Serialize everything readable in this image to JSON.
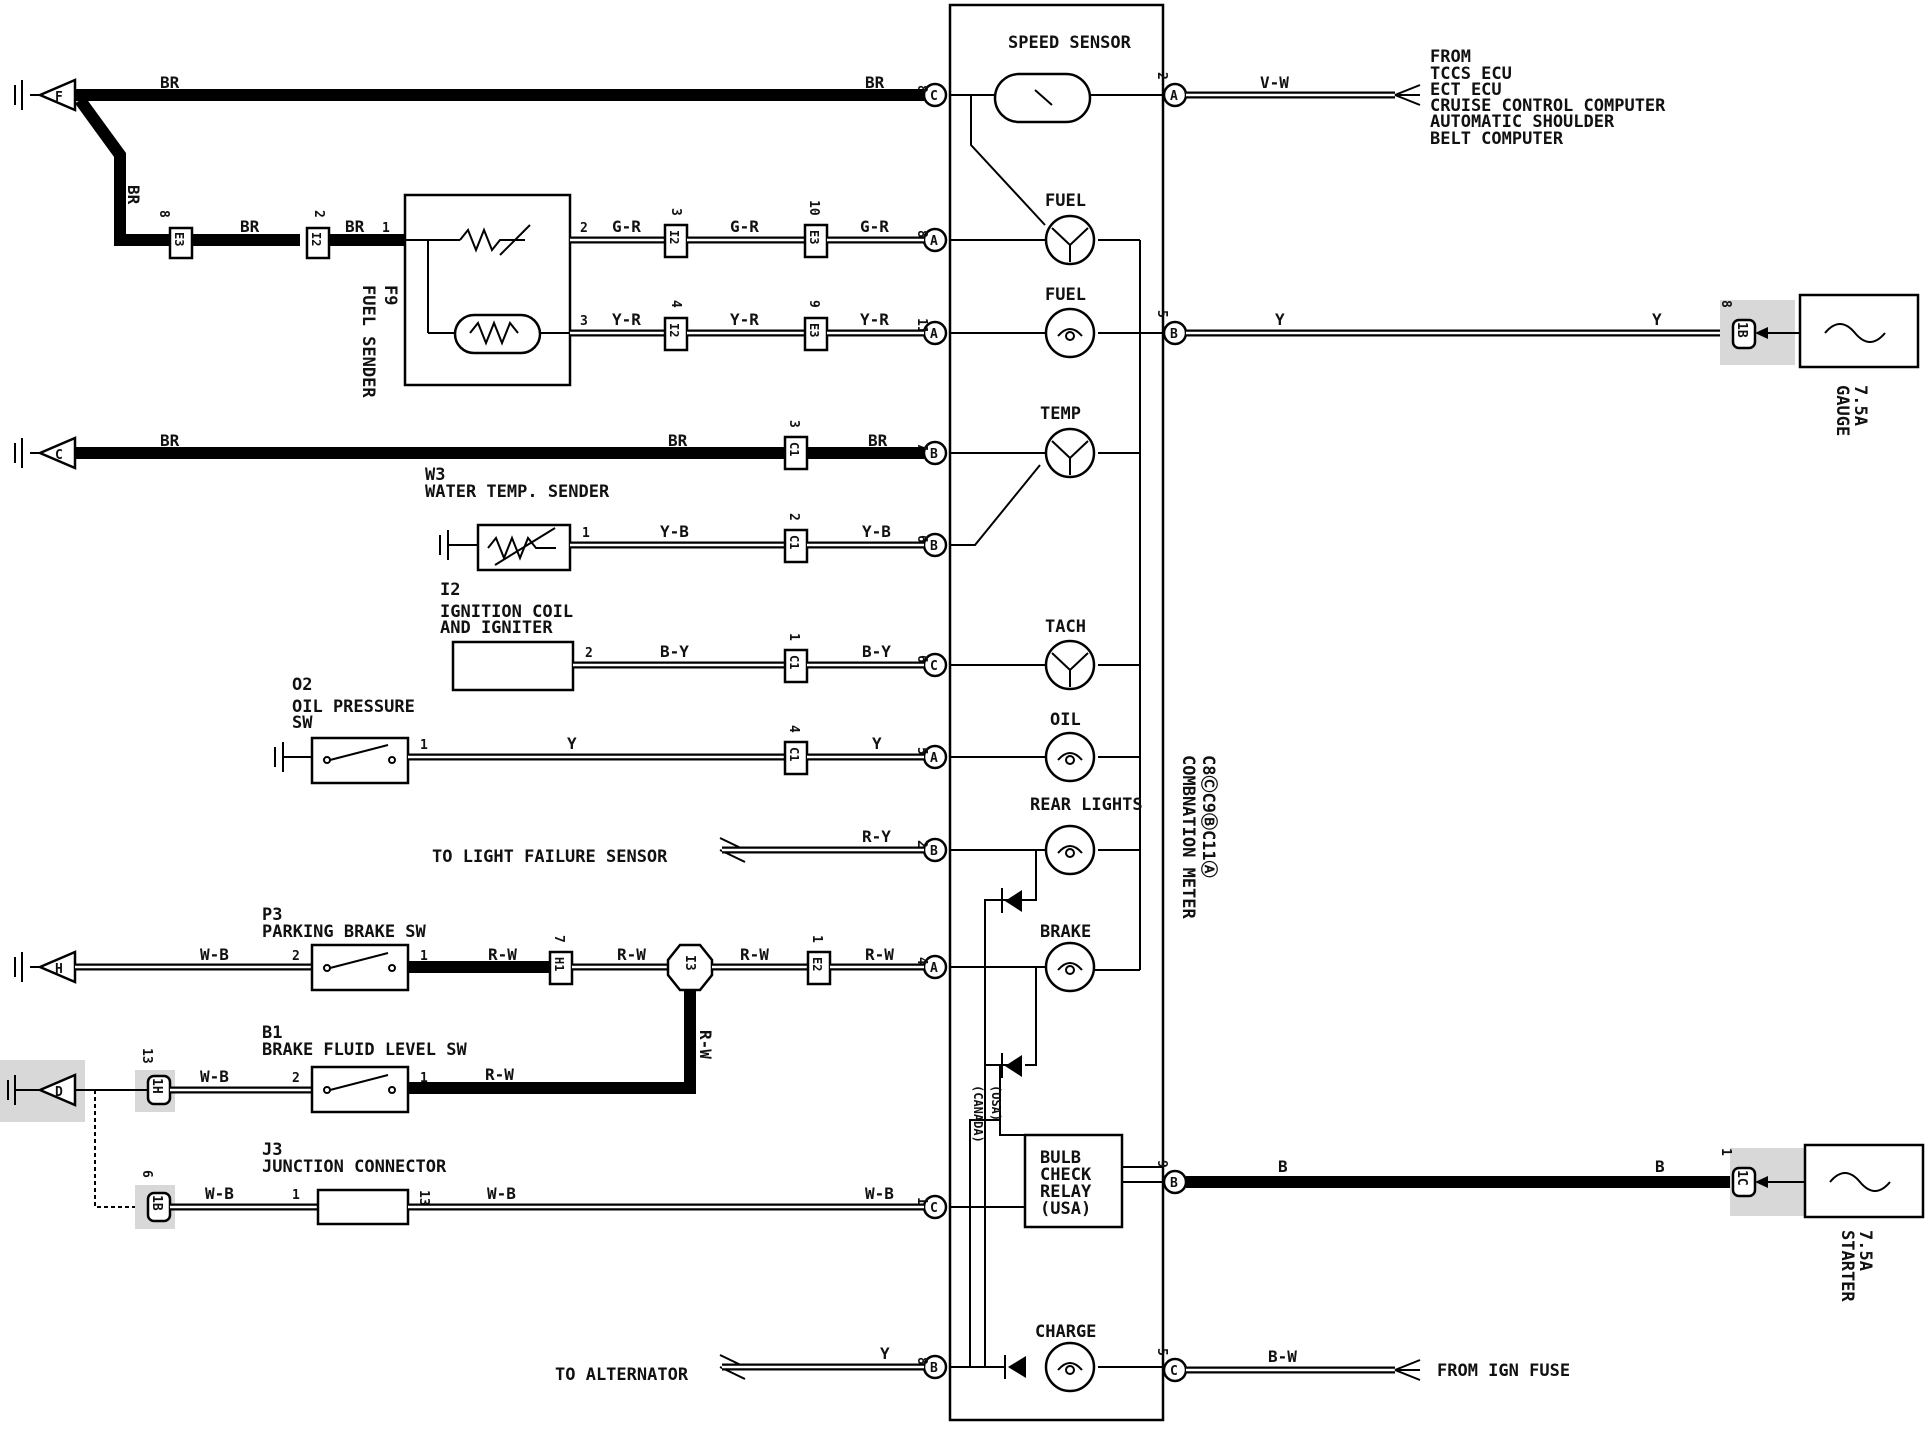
{
  "combination_meter": {
    "title": "COMBNATION METER",
    "connectors": "C8ⒸC9ⒷC11Ⓐ",
    "gauges": [
      "SPEED SENSOR",
      "FUEL",
      "FUEL",
      "TEMP",
      "TACH",
      "OIL",
      "REAR LIGHTS",
      "BRAKE",
      "CHARGE"
    ],
    "relay": [
      "BULB",
      "CHECK",
      "RELAY",
      "(USA)"
    ],
    "region_notes": [
      "(USA)",
      "(CANADA)"
    ]
  },
  "components": {
    "fuel_sender": {
      "code": "F9",
      "name": "FUEL SENDER"
    },
    "water_temp_sender": {
      "code": "W3",
      "name": "WATER TEMP. SENDER"
    },
    "ignition": {
      "code": "I2",
      "name_line1": "IGNITION COIL",
      "name_line2": "AND IGNITER"
    },
    "oil_pressure": {
      "code": "O2",
      "name_line1": "OIL PRESSURE",
      "name_line2": "SW"
    },
    "parking_brake": {
      "code": "P3",
      "name": "PARKING BRAKE SW"
    },
    "brake_fluid": {
      "code": "B1",
      "name": "BRAKE FLUID LEVEL SW"
    },
    "junction": {
      "code": "J3",
      "name": "JUNCTION CONNECTOR"
    }
  },
  "destinations": {
    "from_ecu": [
      "FROM",
      "TCCS ECU",
      "ECT ECU",
      "CRUISE CONTROL COMPUTER",
      "AUTOMATIC SHOULDER",
      "BELT COMPUTER"
    ],
    "light_failure": "TO LIGHT FAILURE SENSOR",
    "alternator": "TO ALTERNATOR",
    "ign_fuse": "FROM IGN FUSE"
  },
  "fuses": [
    {
      "rating": "7.5A",
      "name": "GAUGE"
    },
    {
      "rating": "7.5A",
      "name": "STARTER"
    }
  ],
  "grounds": [
    "F",
    "C",
    "H",
    "D"
  ],
  "wire_colors": {
    "br": "BR",
    "gr": "G-R",
    "yr": "Y-R",
    "yb": "Y-B",
    "by": "B-Y",
    "y": "Y",
    "ry": "R-Y",
    "rw": "R-W",
    "wb": "W-B",
    "b": "B",
    "bw": "B-W",
    "vw": "V-W"
  },
  "pins": {
    "c8": "8",
    "a2": "2",
    "a8": "8",
    "a11": "11",
    "b5": "5",
    "b7": "7",
    "b6": "6",
    "c6": "6",
    "a5": "5",
    "b2": "2",
    "a4": "4",
    "b9": "9",
    "c1": "1",
    "b8": "8",
    "c5": "5"
  },
  "pin_letters": {
    "a": "A",
    "b": "B",
    "c": "C"
  },
  "splice_codes": {
    "e3_8": "E3",
    "e3_8n": "8",
    "i2_2": "I2",
    "i2_2n": "2",
    "f9_1": "1",
    "f9_2": "2",
    "f9_3": "3",
    "i2_3": "I2",
    "i2_3n": "3",
    "e3_10": "E3",
    "e3_10n": "10",
    "i2_4": "I2",
    "i2_4n": "4",
    "e3_9": "E3",
    "e3_9n": "9",
    "c1_3": "C1",
    "c1_3n": "3",
    "c1_2": "C1",
    "c1_2n": "2",
    "c1_1": "C1",
    "c1_1n": "1",
    "c1_4": "C1",
    "c1_4n": "4",
    "h1_7": "H1",
    "h1_7n": "7",
    "i3": "I3",
    "e2_1": "E2",
    "e2_1n": "1",
    "1h_13": "1H",
    "1h_13n": "13",
    "1b_6": "1B",
    "1b_6n": "6",
    "1b_8": "1B",
    "1b_8n": "8",
    "1c_1": "1C",
    "1c_1n": "1",
    "sw_in": "2",
    "sw_out": "1",
    "j3_in": "1",
    "j3_out": "13",
    "w3_1": "1",
    "i2_pin": "2"
  }
}
